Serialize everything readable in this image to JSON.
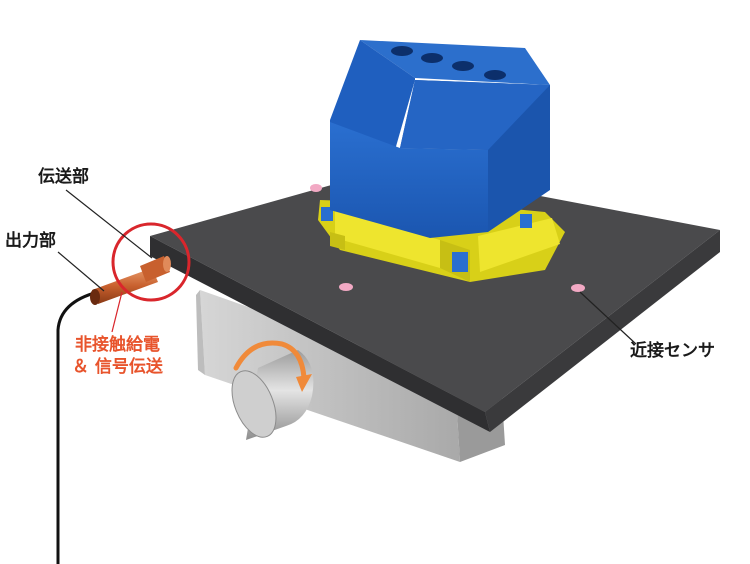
{
  "labels": {
    "transfer_part": "伝送部",
    "output_part": "出力部",
    "contactless_line1": "非接触給電",
    "contactless_line2": "＆ 信号伝送",
    "proximity_sensor": "近接センサ"
  },
  "colors": {
    "block_blue": "#1f5fbf",
    "clamp_yellow": "#e9e22b",
    "plate_dark": "#4a4a4c",
    "base_gray": "#c9c9c9",
    "connector_orange": "#d2693a",
    "highlight_red": "#d9262c",
    "rotation_arrow": "#f08a3a",
    "sensor_pink": "#f2a9c4",
    "note_text": "#e8542c"
  }
}
